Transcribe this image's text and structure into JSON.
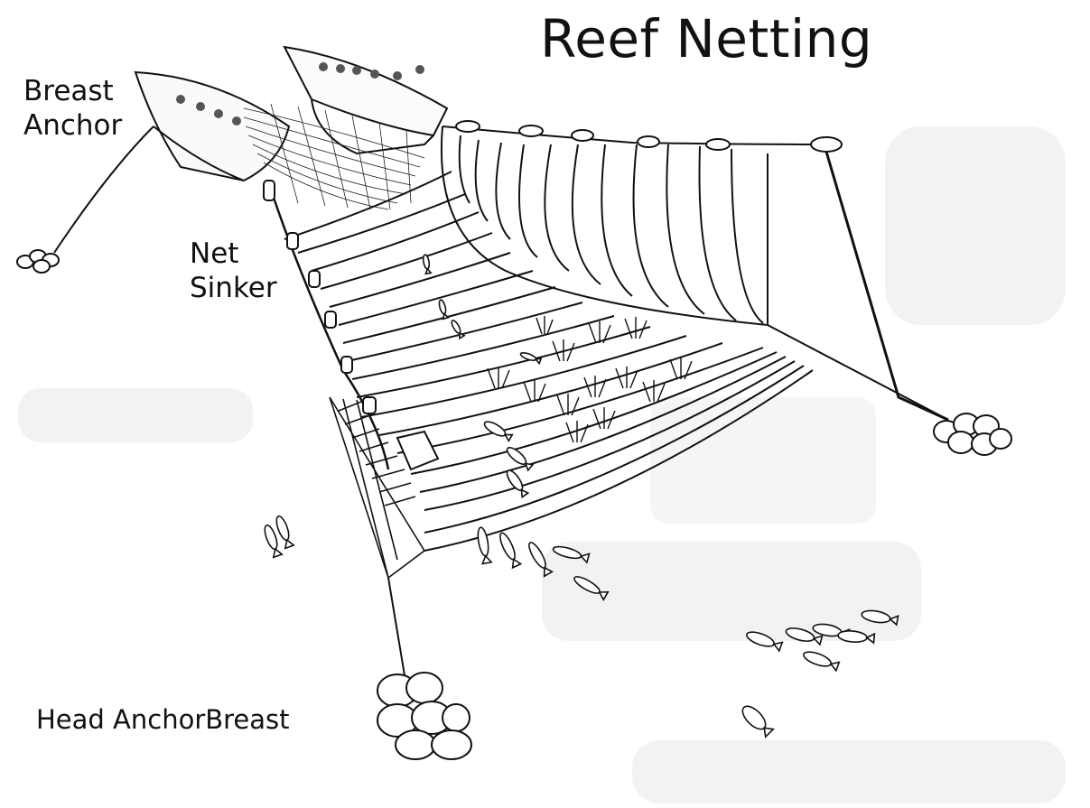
{
  "title": "Reef Netting",
  "labels": {
    "breast_anchor": [
      "Breast",
      "Anchor"
    ],
    "net_sinker": [
      "Net",
      "Sinker"
    ],
    "head_anchor": "Head AnchorBreast"
  },
  "colors": {
    "ink": "#111111",
    "background": "#ffffff",
    "faded_background": "#ededed"
  }
}
